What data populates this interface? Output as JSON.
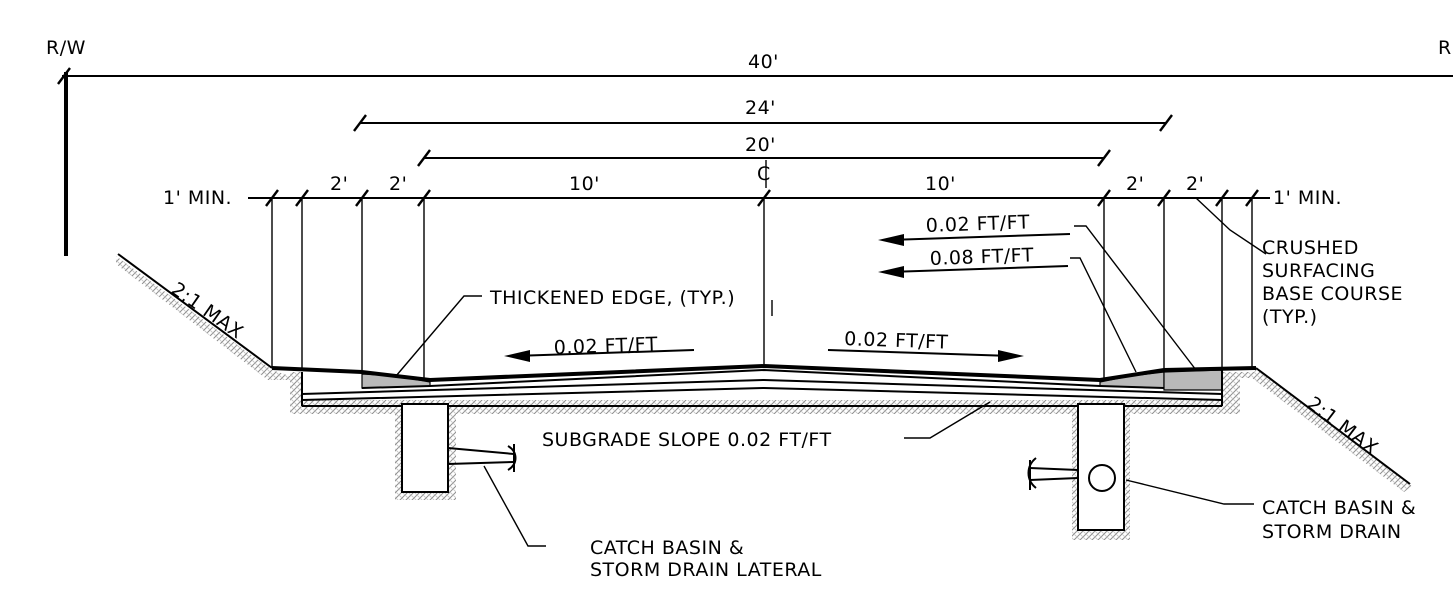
{
  "labels": {
    "rw_left": "R/W",
    "rw_right": "R",
    "dim_40": "40'",
    "dim_24": "24'",
    "dim_20": "20'",
    "dim_min_left": "1' MIN.",
    "dim_2_a": "2'",
    "dim_2_b": "2'",
    "dim_10_left": "10'",
    "centerline": "C",
    "dim_10_right": "10'",
    "dim_2_c": "2'",
    "dim_2_d": "2'",
    "dim_min_right": "1' MIN.",
    "slope_upper_1": "0.02 FT/FT",
    "slope_upper_2": "0.08 FT/FT",
    "crushed_line1": "CRUSHED",
    "crushed_line2": "SURFACING",
    "crushed_line3": "BASE COURSE",
    "crushed_line4": "(TYP.)",
    "side_slope_left": "2:1 MAX",
    "side_slope_right": "2:1 MAX",
    "thickened_edge": "THICKENED EDGE, (TYP.)",
    "slope_left_lane": "0.02 FT/FT",
    "slope_right_lane": "0.02 FT/FT",
    "subgrade_slope": "SUBGRADE SLOPE 0.02 FT/FT",
    "catch_basin_lateral_1": "CATCH BASIN &",
    "catch_basin_lateral_2": "STORM DRAIN LATERAL",
    "catch_basin_right_1": "CATCH BASIN &",
    "catch_basin_right_2": "STORM DRAIN"
  },
  "colors": {
    "line": "#000000",
    "pavement_fill": "#b9b9b9",
    "soil_hatch": "#9a9a9a"
  }
}
